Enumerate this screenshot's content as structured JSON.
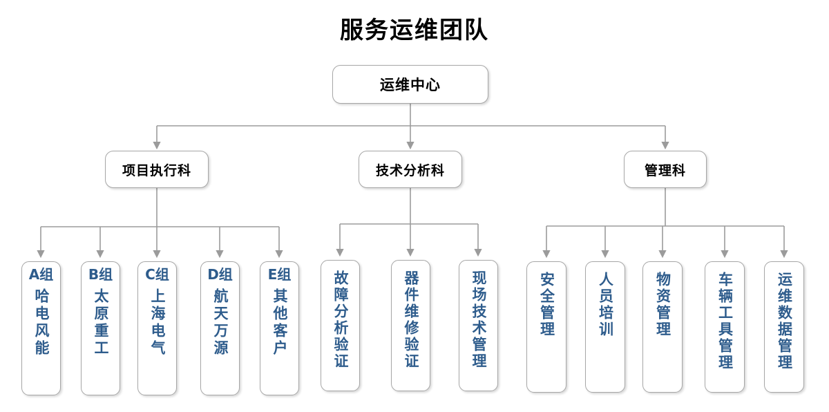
{
  "title": "服务运维团队",
  "colors": {
    "title_text": "#000000",
    "node_border": "#a6a6a6",
    "node_fill": "#ffffff",
    "connector": "#9b9b9b",
    "leaf_text": "#2E5C8C",
    "dept_text": "#000000"
  },
  "root": {
    "label": "运维中心"
  },
  "departments": [
    {
      "label": "项目执行科"
    },
    {
      "label": "技术分析科"
    },
    {
      "label": "管理科"
    }
  ],
  "project_groups": [
    {
      "code": "A组",
      "name": "哈电风能"
    },
    {
      "code": "B组",
      "name": "太原重工"
    },
    {
      "code": "C组",
      "name": "上海电气"
    },
    {
      "code": "D组",
      "name": "航天万源"
    },
    {
      "code": "E组",
      "name": "其他客户"
    }
  ],
  "tech_functions": [
    {
      "name": "故障分析验证"
    },
    {
      "name": "器件维修验证"
    },
    {
      "name": "现场技术管理"
    }
  ],
  "management_functions": [
    {
      "name": "安全管理"
    },
    {
      "name": "人员培训"
    },
    {
      "name": "物资管理"
    },
    {
      "name": "车辆工具管理"
    },
    {
      "name": "运维数据管理"
    }
  ]
}
